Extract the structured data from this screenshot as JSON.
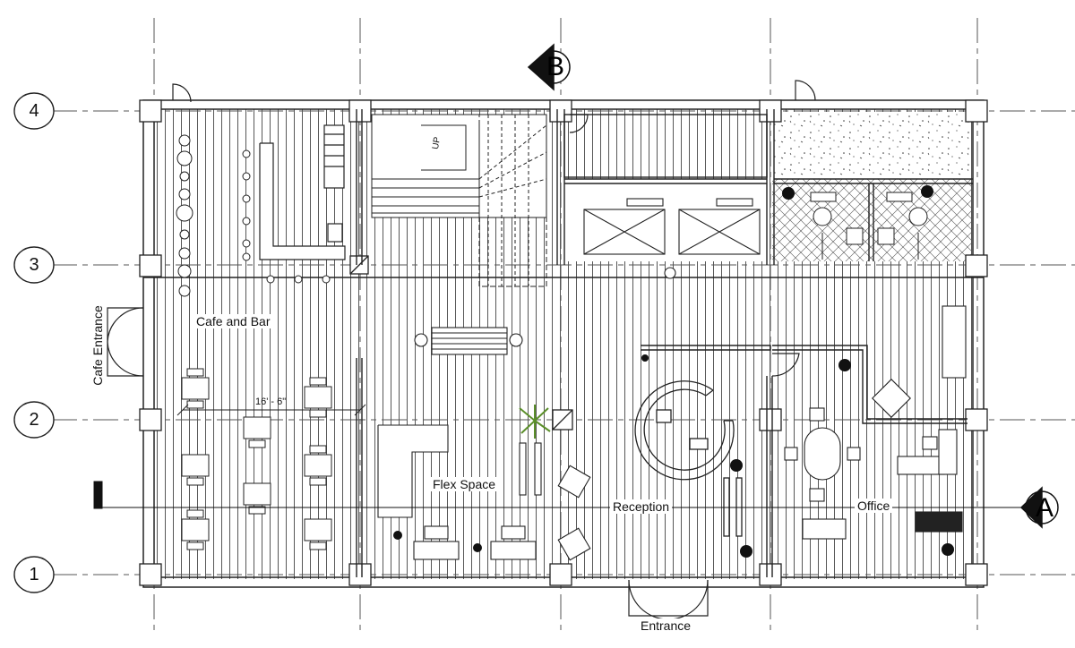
{
  "grid_labels": [
    "4",
    "3",
    "2",
    "1"
  ],
  "section_markers": {
    "top": "B",
    "right": "A"
  },
  "rooms": {
    "cafe": "Cafe and Bar",
    "flex": "Flex Space",
    "reception": "Reception",
    "office": "Office"
  },
  "entrances": {
    "cafe": "Cafe Entrance",
    "main": "Entrance"
  },
  "annotations": {
    "stair_up": "UP",
    "dimension": "16' - 6\""
  }
}
